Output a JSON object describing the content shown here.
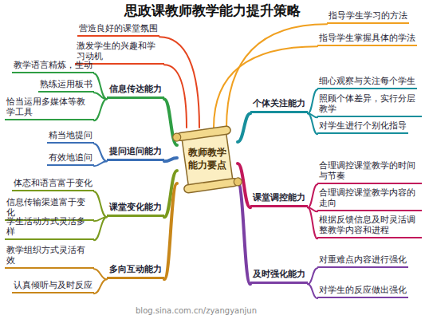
{
  "diagram": {
    "title": "思政课教师教学能力提升策略",
    "nodes": [
      {
        "text": [
          "教师教学能力要点"
        ]
      },
      {
        "text": [
          "营造良好的课堂氛围"
        ]
      },
      {
        "text": [
          "激发学生的兴趣和学习动机"
        ]
      },
      {
        "text": [
          "信息传达能力"
        ]
      },
      {
        "text": [
          "教学语言精炼，生动"
        ]
      },
      {
        "text": [
          "熟练运用板书"
        ]
      },
      {
        "text": [
          "恰当运用多媒体等教学工具"
        ]
      },
      {
        "text": [
          "提问追问能力"
        ]
      },
      {
        "text": [
          "精当地提问"
        ]
      },
      {
        "text": [
          "有效地追问"
        ]
      },
      {
        "text": [
          "课堂变化能力"
        ]
      },
      {
        "text": [
          "体态和语言富于变化"
        ]
      },
      {
        "text": [
          "信息传输渠道富于变化"
        ]
      },
      {
        "text": [
          "学生活动方式灵活多样"
        ]
      },
      {
        "text": [
          "多向互动能力"
        ]
      },
      {
        "text": [
          "教学组织方式灵活有效"
        ]
      },
      {
        "text": [
          "认真倾听与及时反应"
        ]
      },
      {
        "text": [
          "指导学生学习的方法"
        ]
      },
      {
        "text": [
          "指导学生掌握具体的学法"
        ]
      },
      {
        "text": [
          "个体关注能力"
        ]
      },
      {
        "text": [
          "细心观察与关注每个学生"
        ]
      },
      {
        "text": [
          "照顾个体差异，实行分层教学"
        ]
      },
      {
        "text": [
          "对学生进行个别化指导"
        ]
      },
      {
        "text": [
          "课堂调控能力"
        ]
      },
      {
        "text": [
          "合理调控课堂教学的时间与节奏"
        ]
      },
      {
        "text": [
          "合理调控课堂教学内容的走向"
        ]
      },
      {
        "text": [
          "根据反馈信息及时灵活调整教学内容和进程"
        ]
      },
      {
        "text": [
          "及时强化能力"
        ]
      },
      {
        "text": [
          "对重难点内容进行强化"
        ]
      },
      {
        "text": [
          "对学生的反应做出强化"
        ]
      }
    ],
    "edges": [
      {
        "from": 0,
        "to": 1,
        "arrow": "none"
      },
      {
        "from": 0,
        "to": 2,
        "arrow": "none"
      },
      {
        "from": 0,
        "to": 3,
        "arrow": "none"
      },
      {
        "from": 3,
        "to": 4,
        "arrow": "none"
      },
      {
        "from": 3,
        "to": 5,
        "arrow": "none"
      },
      {
        "from": 3,
        "to": 6,
        "arrow": "none"
      },
      {
        "from": 0,
        "to": 7,
        "arrow": "none"
      },
      {
        "from": 7,
        "to": 8,
        "arrow": "none"
      },
      {
        "from": 7,
        "to": 9,
        "arrow": "none"
      },
      {
        "from": 0,
        "to": 10,
        "arrow": "none"
      },
      {
        "from": 10,
        "to": 11,
        "arrow": "none"
      },
      {
        "from": 10,
        "to": 12,
        "arrow": "none"
      },
      {
        "from": 10,
        "to": 13,
        "arrow": "none"
      },
      {
        "from": 0,
        "to": 14,
        "arrow": "none"
      },
      {
        "from": 14,
        "to": 15,
        "arrow": "none"
      },
      {
        "from": 14,
        "to": 16,
        "arrow": "none"
      },
      {
        "from": 0,
        "to": 17,
        "arrow": "none"
      },
      {
        "from": 0,
        "to": 18,
        "arrow": "none"
      },
      {
        "from": 0,
        "to": 19,
        "arrow": "none"
      },
      {
        "from": 19,
        "to": 20,
        "arrow": "none"
      },
      {
        "from": 19,
        "to": 21,
        "arrow": "none"
      },
      {
        "from": 19,
        "to": 22,
        "arrow": "none"
      },
      {
        "from": 0,
        "to": 23,
        "arrow": "none"
      },
      {
        "from": 23,
        "to": 24,
        "arrow": "none"
      },
      {
        "from": 23,
        "to": 25,
        "arrow": "none"
      },
      {
        "from": 23,
        "to": 26,
        "arrow": "none"
      },
      {
        "from": 0,
        "to": 27,
        "arrow": "none"
      },
      {
        "from": 27,
        "to": 28,
        "arrow": "none"
      },
      {
        "from": 27,
        "to": 29,
        "arrow": "none"
      }
    ],
    "labels": [
      "blog.sina.com.cn/zyangyanjun"
    ]
  }
}
